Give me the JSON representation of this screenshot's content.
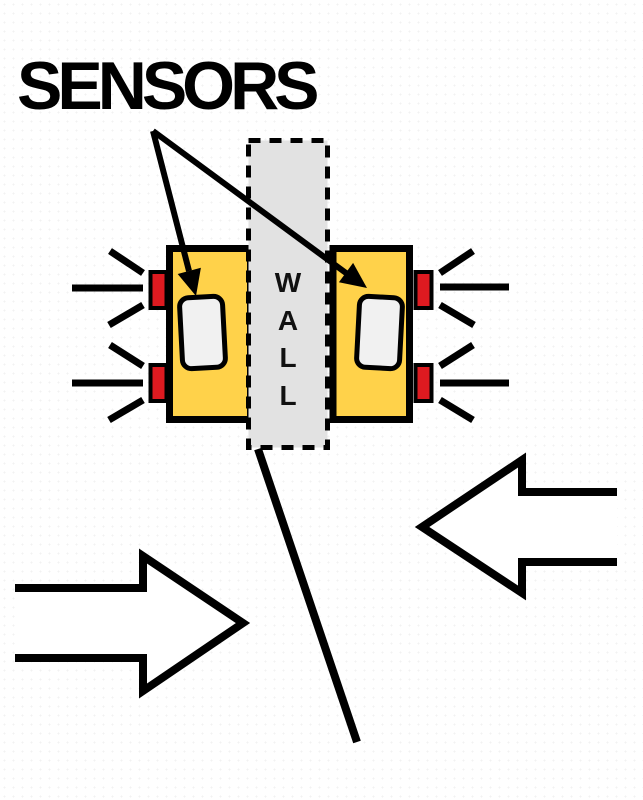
{
  "diagram": {
    "title": "SENSORS",
    "wall_label_letters": [
      "W",
      "A",
      "L",
      "L"
    ]
  },
  "colors": {
    "ink": "#000000",
    "device_body_yellow": "#FFD24A",
    "emitter_red": "#DE1A20",
    "wall_gray": "#E2E2E2",
    "sensor_window_gray": "#F1F1F1",
    "flow_arrow_fill": "#FFFFFF",
    "background": "#FFFFFF"
  }
}
